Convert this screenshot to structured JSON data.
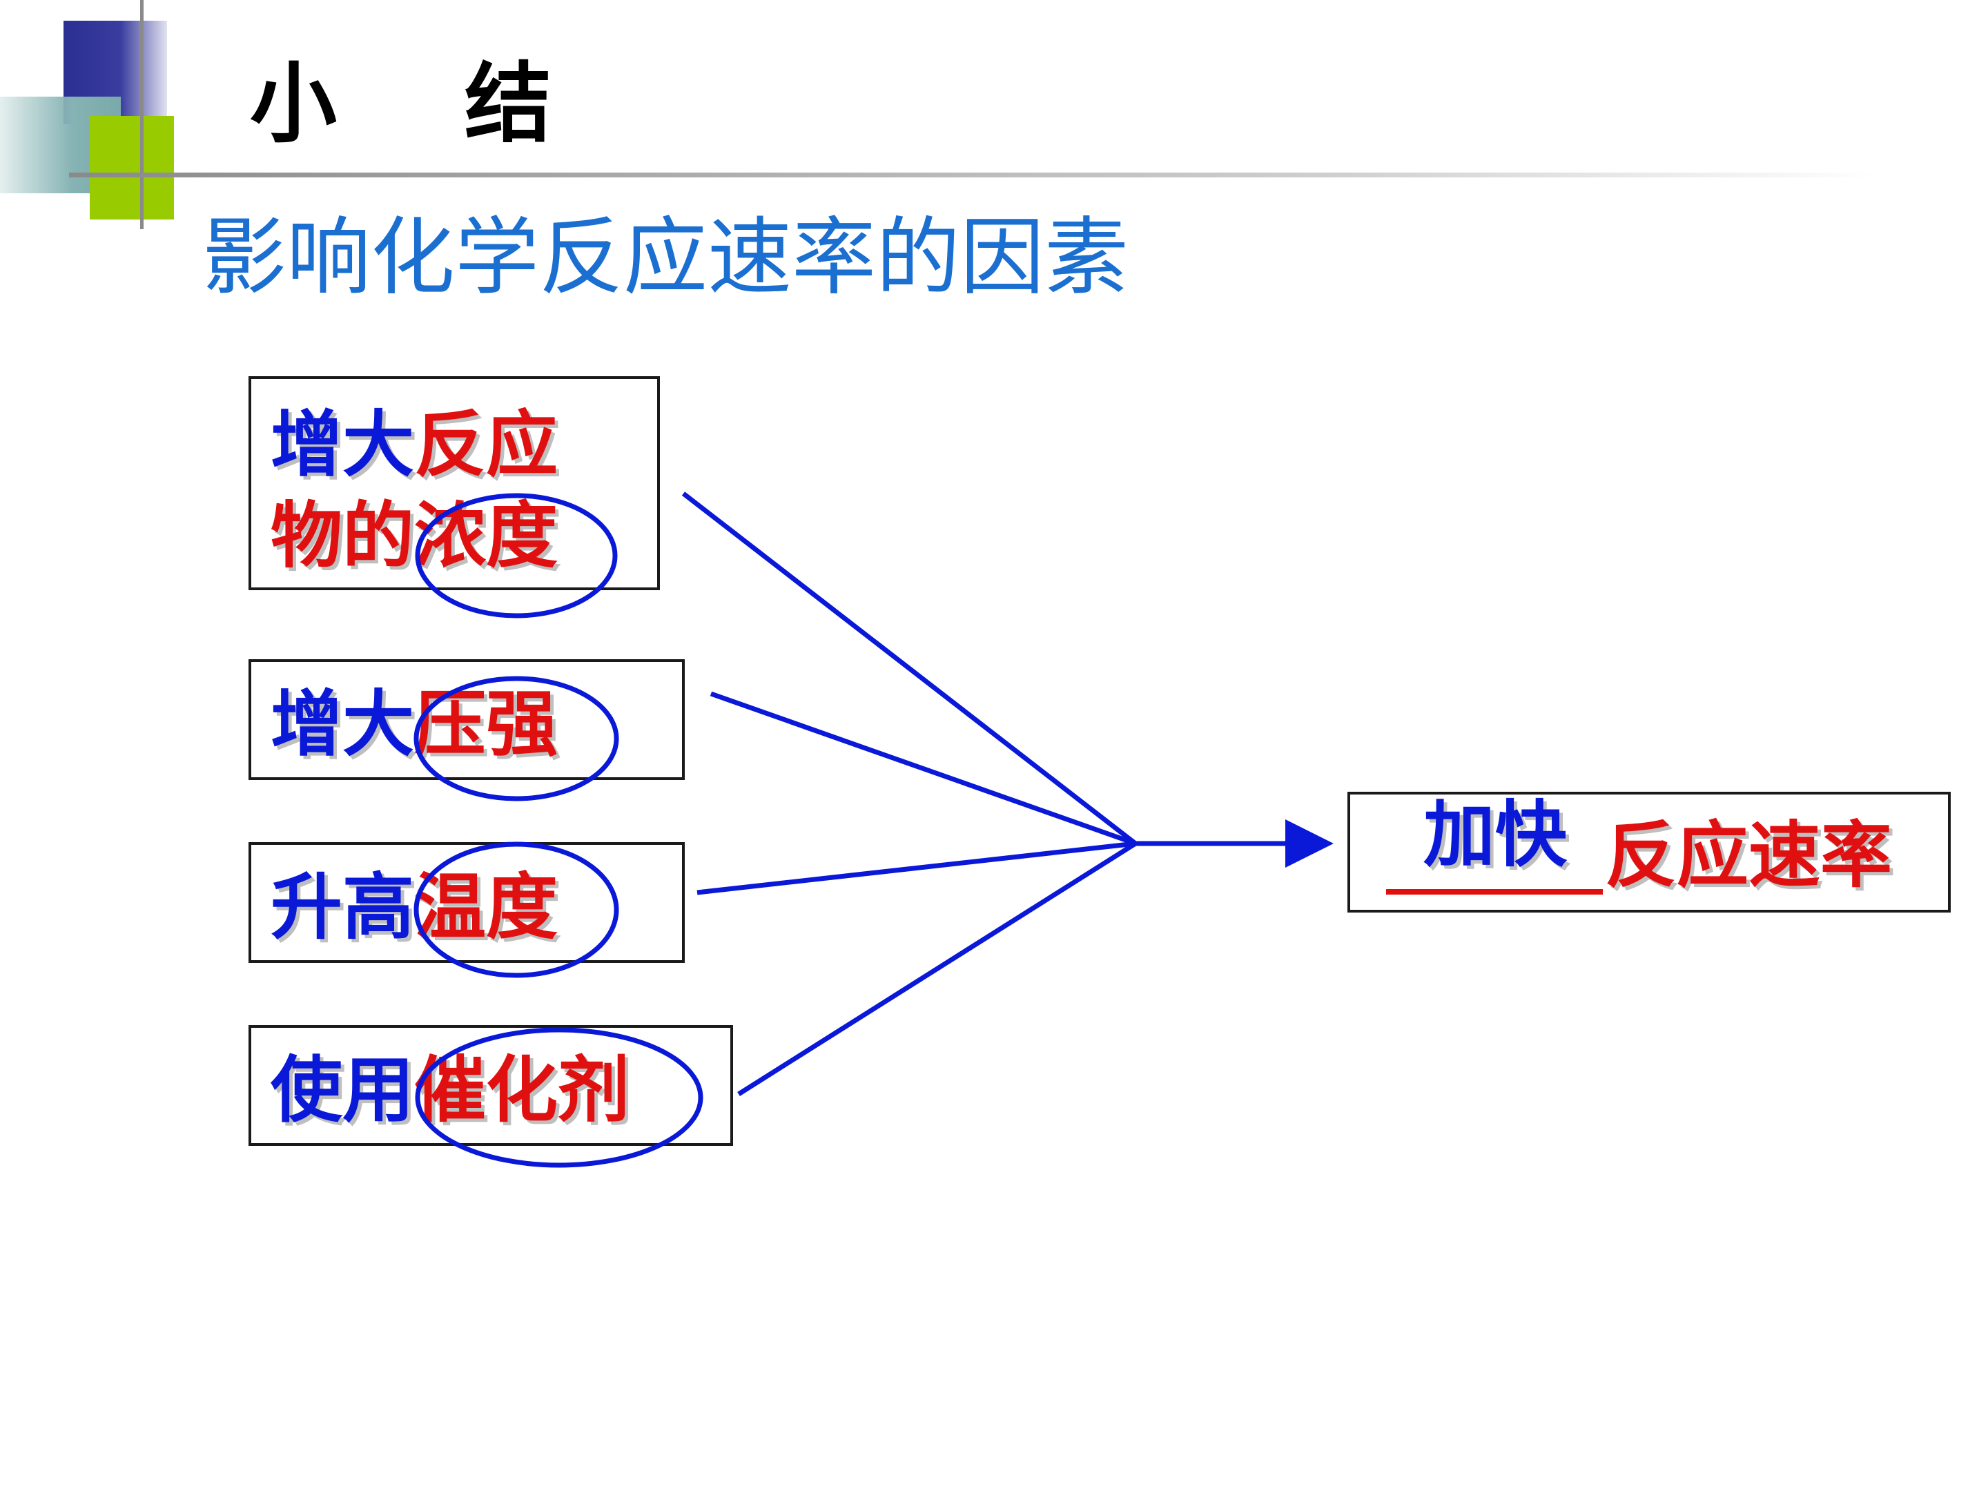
{
  "slide": {
    "title": "小结",
    "subtitle": "影响化学反应速率的因素"
  },
  "factors": [
    {
      "prefix": "增大",
      "highlight_line1": "反应",
      "highlight_line2": "物的浓度"
    },
    {
      "prefix": "增大",
      "highlight": "压强"
    },
    {
      "prefix": "升高",
      "highlight": "温度"
    },
    {
      "prefix": "使用",
      "highlight": "催化剂"
    }
  ],
  "result": {
    "blank_answer": "加快",
    "suffix": "反应速率"
  },
  "colors": {
    "blue_text": "#0a18d8",
    "red_text": "#e01010",
    "subtitle": "#1a6fd0",
    "connector": "#0a18d8"
  }
}
